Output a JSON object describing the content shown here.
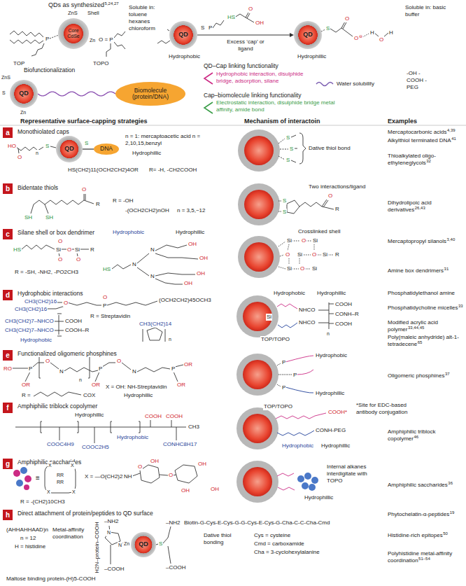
{
  "diagram": {
    "nodes": [
      {
        "text": [
          "Core",
          "CdSe"
        ]
      },
      {
        "text": [
          "QD"
        ]
      },
      {
        "text": [
          "QD"
        ]
      },
      {
        "text": [
          "QD"
        ]
      },
      {
        "text": [
          "Biomolecule (protein/DNA)"
        ]
      },
      {
        "text": [
          "a"
        ]
      },
      {
        "text": [
          "QD"
        ]
      },
      {
        "text": [
          "DNA"
        ]
      },
      {
        "text": [
          "b"
        ]
      },
      {
        "text": [
          "c"
        ]
      },
      {
        "text": [
          "d"
        ]
      },
      {
        "text": [
          "e"
        ]
      },
      {
        "text": [
          "f"
        ]
      },
      {
        "text": [
          "g"
        ]
      },
      {
        "text": [
          "h"
        ]
      },
      {
        "text": [
          "QD"
        ]
      }
    ],
    "edges": [
      {
        "from": 1,
        "to": 2,
        "arrow": "to",
        "label": "Excess ‘cap’ or ligand"
      },
      {
        "from": 3,
        "to": 4,
        "arrow": "none"
      },
      {
        "from": 6,
        "to": 7,
        "arrow": "none"
      }
    ],
    "labels": [
      "QDs as synthesized",
      "5,24,27",
      "ZnS",
      "Shell",
      "P",
      "Zn",
      "O = P",
      "TOP",
      "TOPO",
      "Soluble in: toluene hexanes chloroform",
      "S",
      "P",
      "Hydrophobic",
      "HS",
      "O",
      "OH",
      "S",
      "O",
      "O",
      "⊖",
      "H",
      "O",
      "H",
      "Hydrophillic",
      "Soluble in: basic buffer",
      "Biofunctionalization",
      "ZnS",
      "S",
      "Zn",
      "QD–Cap linking functionality",
      "Hydrophobic interaction, disulphide bridge, adsorption, silane",
      "Water solubility",
      "-OH -COOH -PEG",
      "Cap–biomolecule linking functionality",
      "Electrostatic interaction, disulphide bridge metal affinity, amide bond",
      "Representative surface-capping strategies",
      "Mechanism of interactoin",
      "Examples",
      "Monothiolated caps",
      "HO",
      "O",
      "n",
      "S",
      "S",
      "n = 1: mercaptoacetic acid n = 2,10,15,benzyl",
      "Hydrophillic",
      "HS(CH2)11(OCH2CH2)4OR",
      "R= -H, -CH2COOH",
      "S",
      "S",
      "S",
      "Dative thiol bond",
      "Mercaptocarbonic acids",
      "4,39",
      "Alkylthiol terminated DNA",
      "41",
      "Thioalkylated oligo-ethyleneglycols",
      "32",
      "Bidentate thiols",
      "O",
      "R",
      "SH",
      "SH",
      "R = -OH",
      "-(OCH2CH2)nOH",
      "n = 3,5,~12",
      "Two interactions/ligand",
      "S",
      "S",
      "O",
      "R",
      "Dihydrolipoic acid derivatives",
      "26,43",
      "Silane shell or box dendrimer",
      "Hydrophobic",
      "Hydrophillic",
      "HS",
      "O",
      "Si",
      "O",
      "Si",
      "R",
      "O",
      "O",
      "R = -SH, -NH2, -PO2CH3",
      "HS",
      "N",
      "N",
      "N",
      "OH",
      "OH",
      "OH",
      "OH",
      "Crosslinked shell",
      "Si",
      "O",
      "Si",
      "O",
      "Si",
      "O",
      "Si",
      "R",
      "Si",
      "O",
      "Si",
      "Mercaptopropyl silanols",
      "3,40",
      "Amine box dendrimers",
      "31",
      "Hydrophobic interactions",
      "CH3(CH2)16",
      "CH3(CH2)16",
      "O",
      "P",
      "O",
      "(OCH2CH2)45OCH3",
      "CH3(CH2)7–NHCO",
      "COOH",
      "CH3(CH2)7–NHCO",
      "COOH–R",
      "R = Streptavidin",
      "CH3(CH2)14",
      "n",
      "Hydrophobic",
      "Hydrophobic",
      "Hydrophillic",
      "Si",
      "NHCO",
      "NHCO",
      "COOH",
      "CONH–R",
      "COOH",
      "n",
      "TOP/TOPO",
      "Phosphatidylethanol amine",
      "Phosphatidycholine micelles",
      "33",
      "Modified acrylic acid polymer",
      "33,44,45",
      "Poly(maleic anhydride) alt-1-tetradecene",
      "65",
      "Functionalized oligomeric phosphines",
      "RO",
      "P",
      "OR",
      "O",
      "N",
      "n",
      "P",
      "OR",
      "O",
      "N",
      "P",
      "OR",
      "OR",
      "R =",
      "COX",
      "X = OH: NH-Streptavidin",
      "Hydrophillic",
      "Hydrophobic",
      "P",
      "P",
      "P",
      "Hydrophillic",
      "Oligomeric phosphines",
      "37",
      "Amphiphilic triblock copolymer",
      "Hydrophillic",
      "COOH",
      "COOH",
      "CH3",
      "COOC4H9",
      "COOC2H5",
      "CONHC8H17",
      "Hydrophobic",
      "TOP/TOPO",
      "COOH*",
      "*Site for EDC-based antibody conjugation",
      "CONH-PEG",
      "Hydrophobic",
      "Hydrophillic",
      "Amphiphilic triblock copolymer",
      "46",
      "Amphiphilic saccharides",
      "≡",
      "X",
      "X",
      "X",
      "X",
      "RR",
      "RR",
      "R = -(CH2)10CH3",
      "X = —O(CH2)2",
      "NH",
      "O",
      "OH",
      "O",
      "OH",
      "OH",
      "OH",
      "Internal alkanes interdigitate with TOPO",
      "Hydrophillic",
      "Amphiphilic saccharides",
      "36",
      "Direct attachment of protein/peptides to QD surface",
      "(AHHAHHAAD)n",
      "n = 12",
      "H = histidine",
      "Metal-affinity coordination",
      "H2N–protein–COOH",
      "–NH2",
      "N",
      "N",
      "–COOH",
      "Zn",
      "S",
      "–NH2",
      "–COOH",
      "Maltose binding protein-(H)5-COOH",
      "Biotin-G-Cys-E-Cys-G-G-Cys-E-Cys-G-Cha-C-C-Cha-Cmd",
      "Dative thiol bonding",
      "Cys = cysteine",
      "Cmd = carboxamide",
      "Cha = 3-cyclohexylalanine",
      "Phytochelatin-α-peptides",
      "19",
      "Histidine-rich epitopes",
      "50",
      "Polyhistidine metal-affinity coordination",
      "51–54"
    ]
  }
}
